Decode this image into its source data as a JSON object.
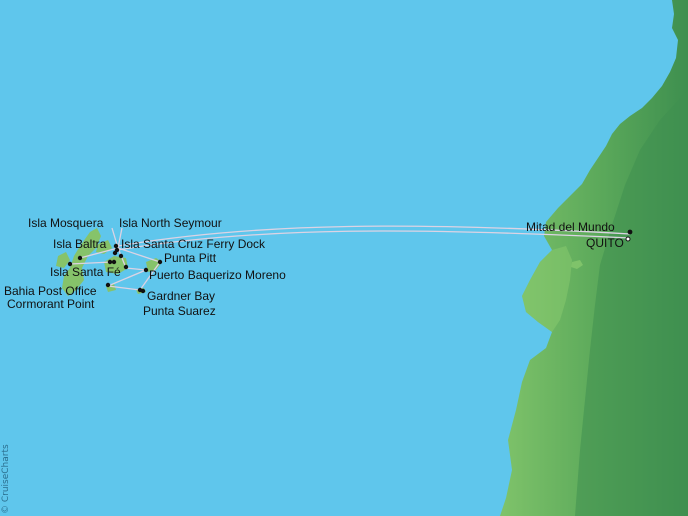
{
  "map": {
    "colors": {
      "ocean": "#5fc6ec",
      "land_light": "#7fc36a",
      "land_dark": "#3e8f4f",
      "route": "#d9d0e0"
    },
    "ports": [
      {
        "id": "isla-mosquera",
        "label": "Isla Mosquera"
      },
      {
        "id": "isla-north-seymour",
        "label": "Isla North Seymour"
      },
      {
        "id": "isla-baltra",
        "label": "Isla Baltra"
      },
      {
        "id": "isla-santa-cruz-ferry-dock",
        "label": "Isla Santa Cruz Ferry Dock"
      },
      {
        "id": "punta-pitt",
        "label": "Punta Pitt"
      },
      {
        "id": "isla-santa-fe",
        "label": "Isla Santa Fé"
      },
      {
        "id": "puerto-baquerizo-moreno",
        "label": "Puerto Baquerizo Moreno"
      },
      {
        "id": "bahia-post-office",
        "label": "Bahia Post Office"
      },
      {
        "id": "gardner-bay",
        "label": "Gardner Bay"
      },
      {
        "id": "cormorant-point",
        "label": "Cormorant Point"
      },
      {
        "id": "punta-suarez",
        "label": "Punta Suarez"
      },
      {
        "id": "mitad-del-mundo",
        "label": "Mitad del Mundo"
      },
      {
        "id": "quito",
        "label": "QUITO"
      }
    ],
    "credit": "© CruiseCharts"
  }
}
